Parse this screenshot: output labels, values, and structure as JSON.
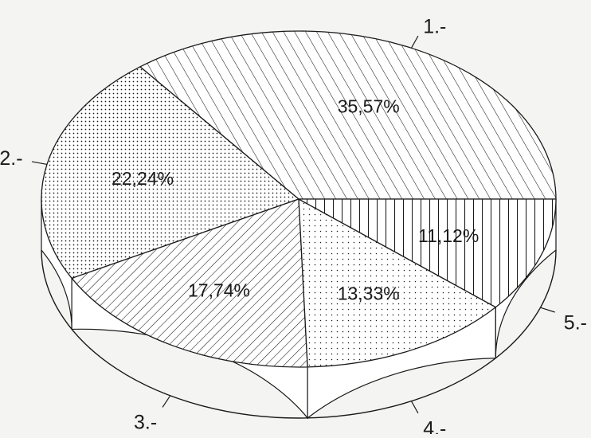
{
  "chart_data": {
    "type": "pie",
    "style": "3d-hatched",
    "slices": [
      {
        "label": "1.-",
        "value": 35.57,
        "text": "35,57%",
        "pattern": "diagonal-lines"
      },
      {
        "label": "2.-",
        "value": 22.24,
        "text": "22,24%",
        "pattern": "dense-dots"
      },
      {
        "label": "3.-",
        "value": 17.74,
        "text": "17,74%",
        "pattern": "back-diagonal-lines"
      },
      {
        "label": "4.-",
        "value": 13.33,
        "text": "13,33%",
        "pattern": "sparse-dots"
      },
      {
        "label": "5.-",
        "value": 11.12,
        "text": "11,12%",
        "pattern": "vertical-lines"
      }
    ],
    "colors": {
      "background": "#f4f4f2",
      "fill": "#ffffff",
      "ink": "#1a1a1a"
    }
  }
}
